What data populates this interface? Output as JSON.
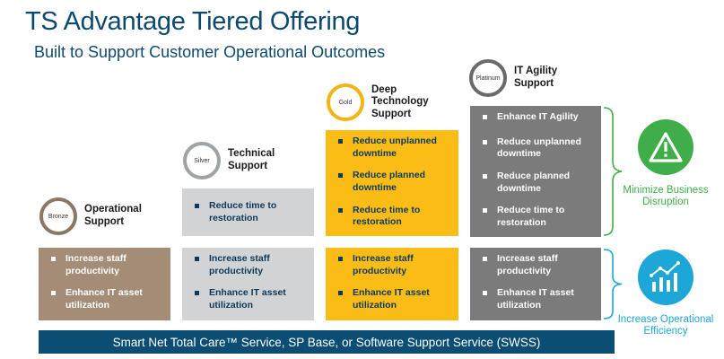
{
  "header": {
    "title": "TS Advantage Tiered Offering",
    "subtitle": "Built to Support Customer Operational Outcomes"
  },
  "tiers": [
    {
      "badge": "Bronze",
      "name": "Operational Support",
      "upper": [],
      "lower": [
        "Increase staff productivity",
        "Enhance IT asset utilization"
      ]
    },
    {
      "badge": "Silver",
      "name": "Technical Support",
      "upper": [
        "Reduce time to restoration"
      ],
      "lower": [
        "Increase staff productivity",
        "Enhance IT asset utilization"
      ]
    },
    {
      "badge": "Gold",
      "name": "Deep Technology Support",
      "upper": [
        "Reduce unplanned downtime",
        "Reduce planned downtime",
        "Reduce time to restoration"
      ],
      "lower": [
        "Increase staff productivity",
        "Enhance IT asset utilization"
      ]
    },
    {
      "badge": "Platinum",
      "name": "IT Agility Support",
      "upper": [
        "Enhance IT Agility",
        "Reduce unplanned downtime",
        "Reduce planned downtime",
        "Reduce time to restoration"
      ],
      "lower": [
        "Increase staff productivity",
        "Enhance IT asset utilization"
      ]
    }
  ],
  "footer": "Smart Net Total Care™ Service, SP Base, or Software Support Service (SWSS)",
  "outcomes": [
    {
      "label": "Minimize Business Disruption",
      "icon": "warning-triangle-icon",
      "color": "#3fae49"
    },
    {
      "label": "Increase Operational Efficiency",
      "icon": "bar-chart-trend-icon",
      "color": "#1da6d8"
    }
  ],
  "colors": {
    "bronze": "#a48c77",
    "silver": "#d1d3d4",
    "gold": "#fbbd15",
    "platinum": "#7b7b7b",
    "navy": "#0b4d73"
  }
}
